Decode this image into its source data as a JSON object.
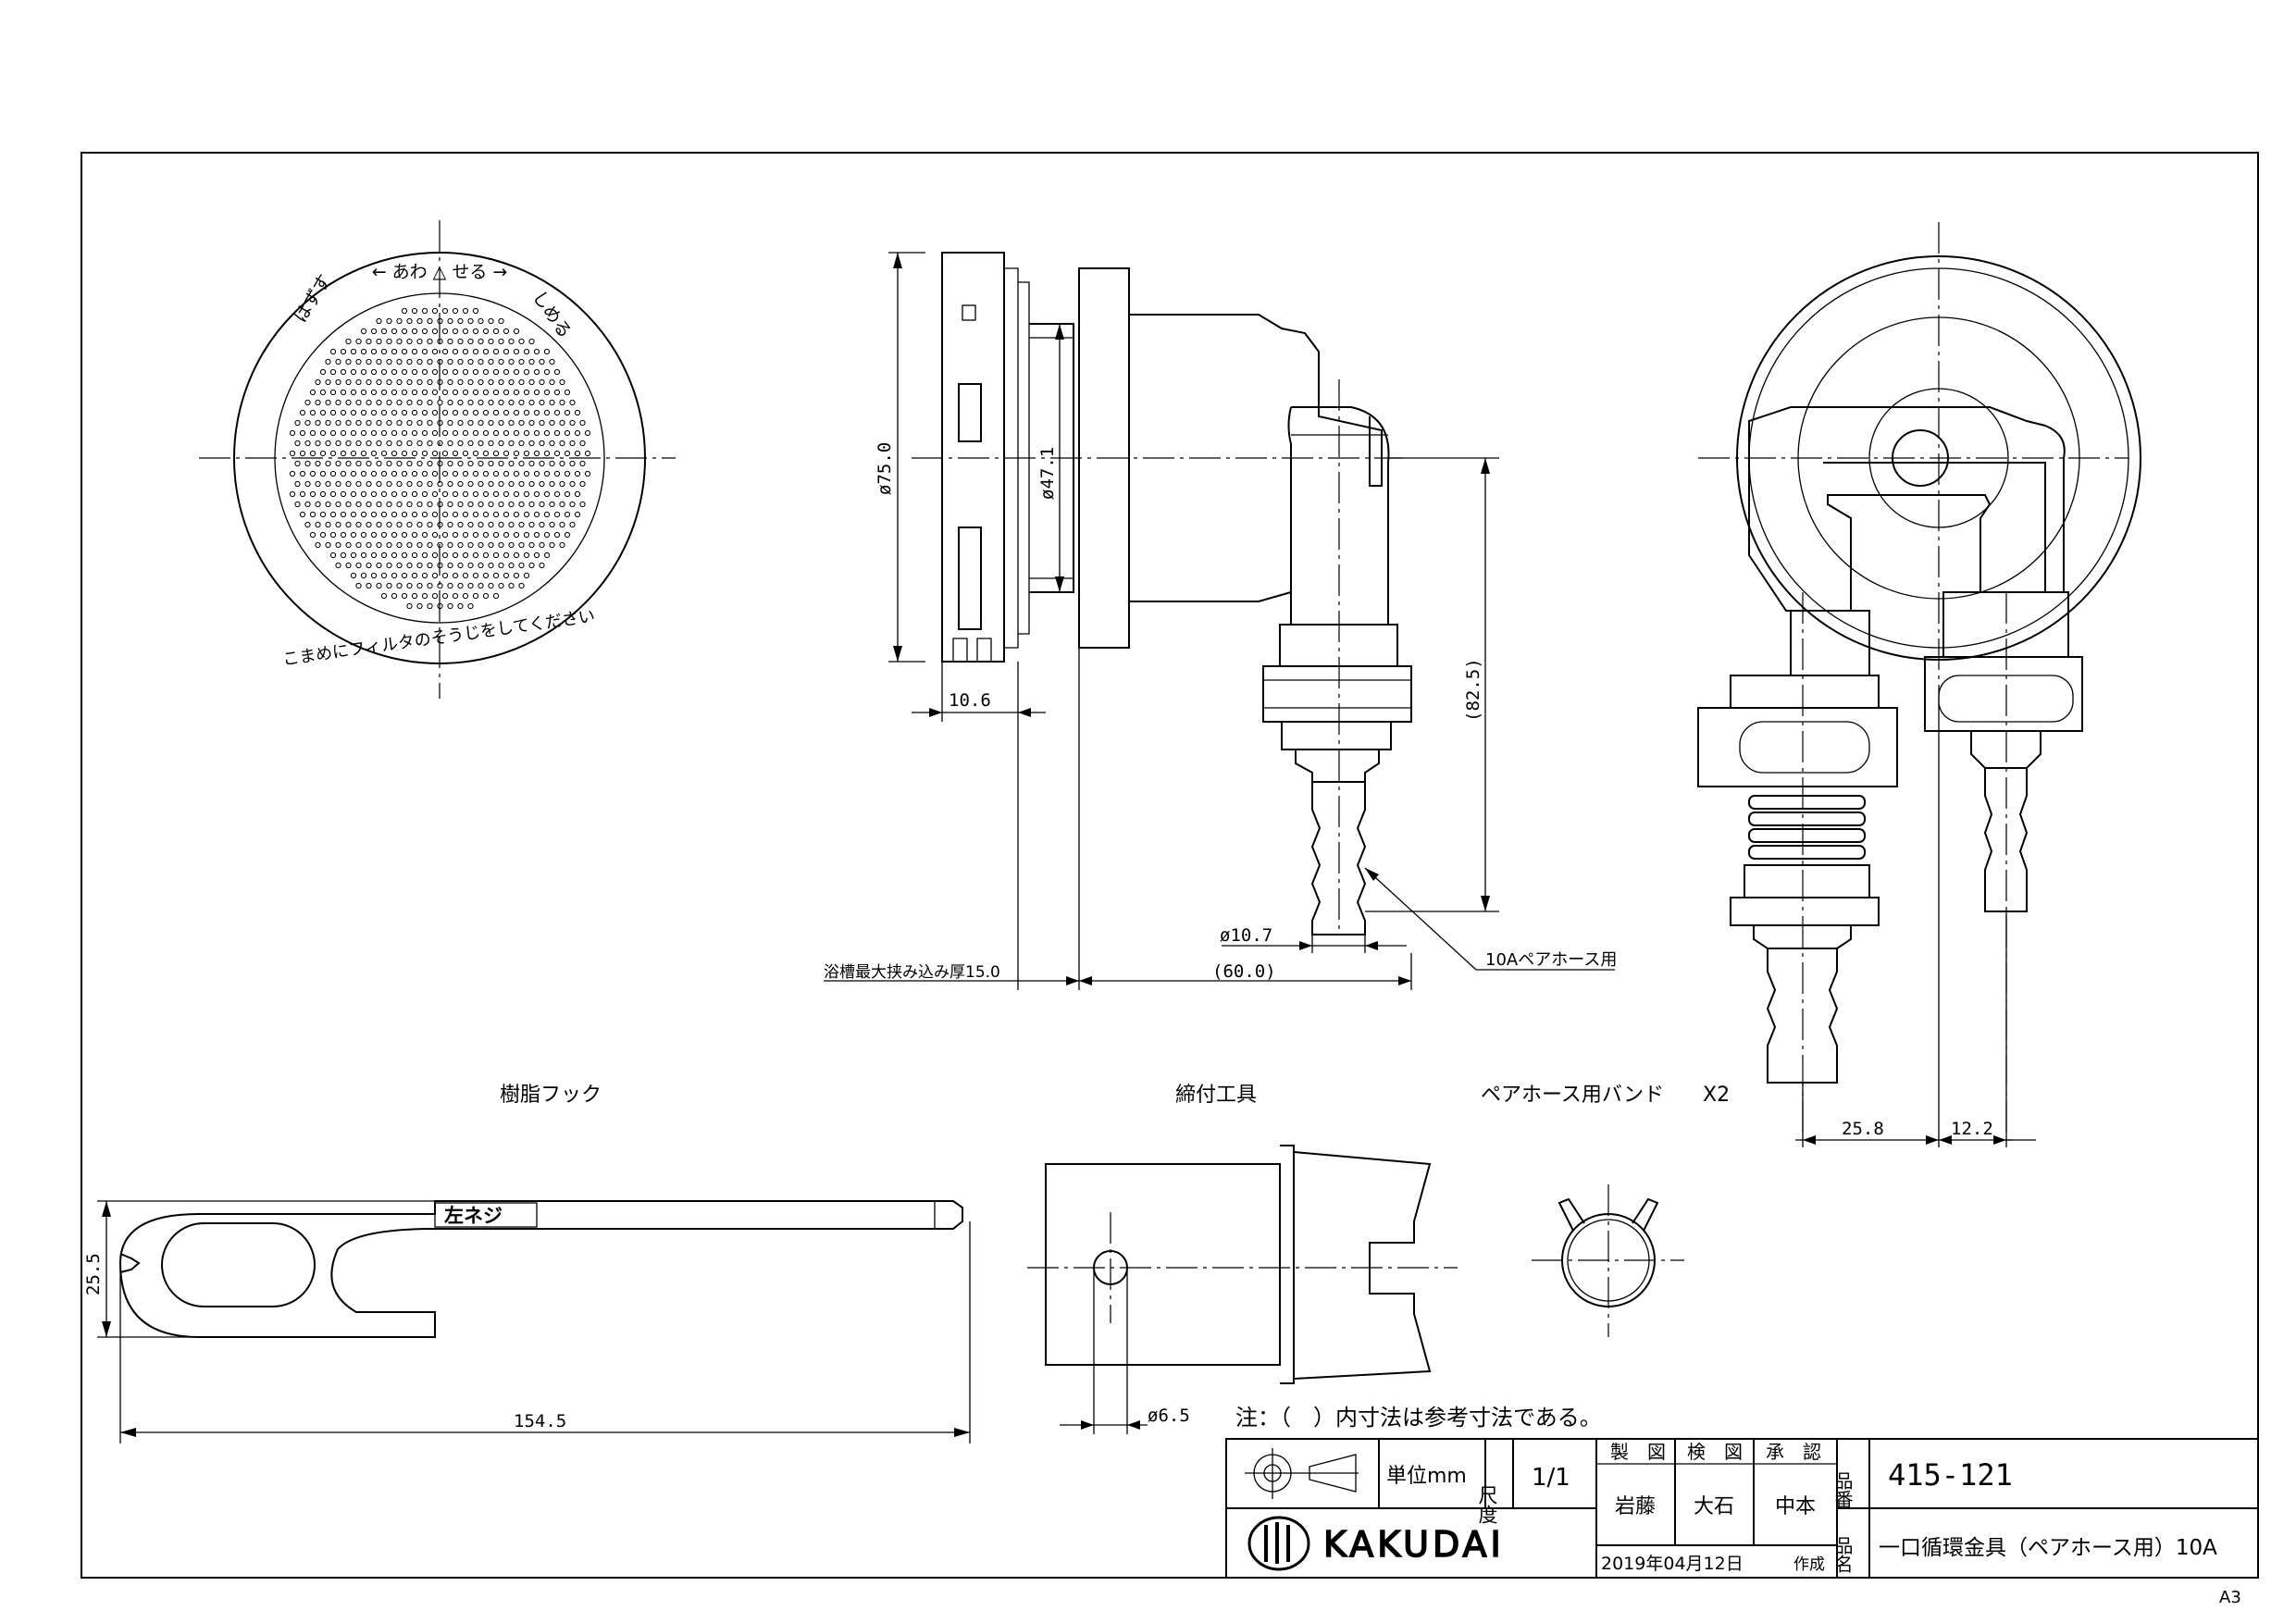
{
  "sheet": {
    "size_label": "A3"
  },
  "front_view": {
    "ring_text_top": "← あわ △ せる →",
    "ring_text_left": "はずす",
    "ring_text_right": "しめる",
    "ring_text_bottom": "こまめにフィルタのそうじをしてください"
  },
  "side_view": {
    "dim_outer_dia": "ø75.0",
    "dim_inner_dia": "ø47.1",
    "dim_flange": "10.6",
    "dim_height": "(82.5)",
    "dim_nozzle_dia": "ø10.7",
    "dim_bath_thickness": "浴槽最大挟み込み厚15.0",
    "dim_length": "(60.0)",
    "leader_note": "10Aペアホース用"
  },
  "rear_view": {
    "dim_left": "25.8",
    "dim_right": "12.2"
  },
  "accessories": {
    "hook": {
      "title": "樹脂フック",
      "dim_height": "25.5",
      "dim_length": "154.5",
      "label": "左ネジ"
    },
    "tool": {
      "title": "締付工具",
      "dim_hole": "ø6.5"
    },
    "band": {
      "title": "ペアホース用バンド",
      "qty": "X2"
    }
  },
  "note": "注：（　）内寸法は参考寸法である。",
  "title_block": {
    "unit_label": "単位mm",
    "scale_label": "尺度",
    "scale_value": "1/1",
    "headers": [
      "製　図",
      "検　図",
      "承　認"
    ],
    "signers": [
      "岩藤",
      "大石",
      "中本"
    ],
    "date": "2019年04月12日",
    "date_suffix": "作成",
    "part_no_label": "品番",
    "part_no": "415-121",
    "part_name_label": "品名",
    "part_name": "一口循環金具（ペアホース用）10A",
    "brand": "KAKUDAI"
  }
}
